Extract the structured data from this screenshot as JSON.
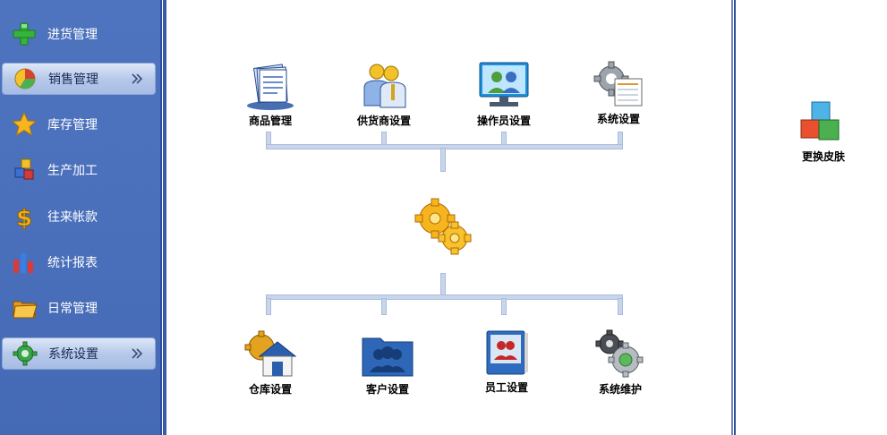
{
  "sidebar": {
    "items": [
      {
        "label": "进货管理",
        "icon": "plus-icon",
        "active": false
      },
      {
        "label": "销售管理",
        "icon": "pie-chart-icon",
        "active": true
      },
      {
        "label": "库存管理",
        "icon": "star-icon",
        "active": false
      },
      {
        "label": "生产加工",
        "icon": "cubes-icon",
        "active": false
      },
      {
        "label": "往来帐款",
        "icon": "dollar-icon",
        "active": false
      },
      {
        "label": "统计报表",
        "icon": "bar-chart-icon",
        "active": false
      },
      {
        "label": "日常管理",
        "icon": "folder-icon",
        "active": false
      },
      {
        "label": "系统设置",
        "icon": "gear-icon",
        "active": true
      }
    ]
  },
  "main": {
    "top_tiles": [
      {
        "label": "商品管理",
        "icon": "documents-icon"
      },
      {
        "label": "供货商设置",
        "icon": "suppliers-icon"
      },
      {
        "label": "操作员设置",
        "icon": "operators-monitor-icon"
      },
      {
        "label": "系统设置",
        "icon": "system-settings-icon"
      }
    ],
    "center_icon": "gears-icon",
    "bottom_tiles": [
      {
        "label": "仓库设置",
        "icon": "warehouse-icon"
      },
      {
        "label": "客户设置",
        "icon": "customers-folder-icon"
      },
      {
        "label": "员工设置",
        "icon": "staff-book-icon"
      },
      {
        "label": "系统维护",
        "icon": "maintenance-gears-icon"
      }
    ]
  },
  "right": {
    "skin_label": "更换皮肤",
    "skin_icon": "color-cubes-icon"
  },
  "colors": {
    "sidebar": "#4a6fbb",
    "connector": "#c9d6ea",
    "active_item": "#b7c9ea"
  }
}
